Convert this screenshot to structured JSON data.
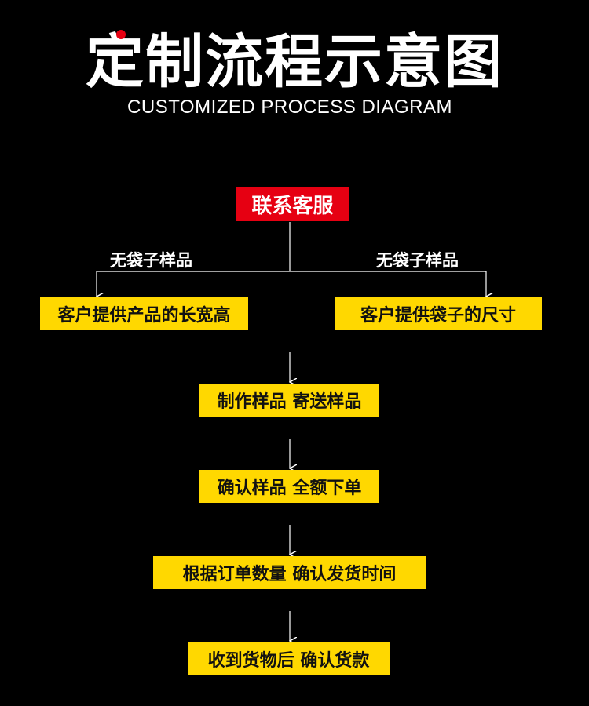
{
  "header": {
    "title": "定制流程示意图",
    "subtitle": "CUSTOMIZED PROCESS DIAGRAM"
  },
  "flow": {
    "start": "联系客服",
    "branch_left_label": "无袋子样品",
    "branch_right_label": "无袋子样品",
    "left_step": "客户提供产品的长宽高",
    "right_step": "客户提供袋子的尺寸",
    "steps": [
      "制作样品 寄送样品",
      "确认样品 全额下单",
      "根据订单数量 确认发货时间",
      "收到货物后 确认货款"
    ]
  },
  "colors": {
    "background": "#000000",
    "accent_red": "#e60012",
    "step_yellow": "#ffd800",
    "line": "#ffffff"
  }
}
